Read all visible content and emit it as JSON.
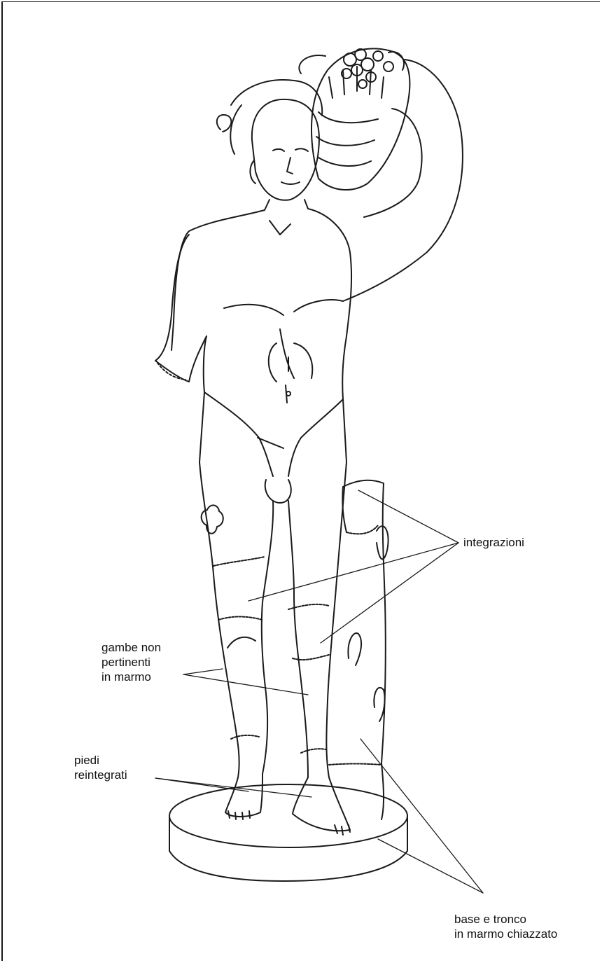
{
  "labels": {
    "integrazioni": "integrazioni",
    "gambe": [
      "gambe non",
      "pertinenti",
      "in marmo"
    ],
    "piedi": [
      "piedi",
      "reintegrati"
    ],
    "base": [
      "base e tronco",
      "in marmo chiazzato"
    ]
  },
  "colors": {
    "ink": "#1a1a1a",
    "paper": "#ffffff"
  }
}
